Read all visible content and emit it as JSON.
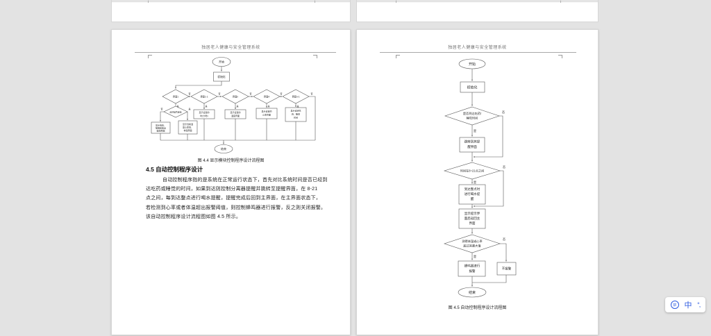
{
  "header_text": "独居老人健康与安全管理系统",
  "left_page": {
    "flow": {
      "start": "开始",
      "init": "初始化",
      "end": "结束",
      "yes": "是",
      "no": "否",
      "diamonds": [
        "界面1",
        "界面1-1",
        "界面n",
        "界面4",
        "界面n-1"
      ],
      "sub_diamond": "蓝牙是否连接",
      "box1": [
        "显示电压、",
        "播报和输出",
        "健康界面"
      ],
      "box2": [
        "显示当前温",
        "度心率值、",
        "体温界面"
      ],
      "box3": [
        "显示设置的",
        "时(分/秒)"
      ],
      "box4": [
        "显示设置的",
        "温度界面"
      ],
      "box5": [
        "显示设置的",
        "心率界面"
      ],
      "box6": [
        "显示设定吃",
        "药、睡觉",
        "时间"
      ]
    },
    "caption": "图 4.4 显示模块控制程序设计流程图",
    "heading": "4.5 自动控制程序设计",
    "para": [
      "自动控制程序指的是系统在正常运行状态下，首先对比系统时间是否已经到",
      "达吃药或睡觉的时间，如果到达则控制分离器提醒并跳转至提醒界面，在 8-21",
      "点之间，每到达整点进行喝水提醒，提醒完成后回到主界面，在主界面状态下，",
      "若检测到心率或者体温超出报警阈值，则控制蜂鸣器进行报警，反之则关闭报警。",
      "该自动控制程序设计流程图如图 4.5 所示。"
    ]
  },
  "right_page": {
    "flow": {
      "start": "开始",
      "init": "初始化",
      "end": "结束",
      "yes": "是",
      "no": "否",
      "d1": [
        "是否到达吃药/",
        "睡觉时间"
      ],
      "b1": [
        "跳转到其提",
        "醒界面"
      ],
      "d2": "时间在8~21点之间",
      "b2": [
        "到达整点时",
        "进行喝水提",
        "醒"
      ],
      "b3": [
        "显示提示界",
        "面后返回主",
        "界面"
      ],
      "d3": [
        "测得体温或心率",
        "超过其最大值"
      ],
      "b4": [
        "蜂鸣器进行",
        "报警"
      ],
      "b5": "不报警"
    },
    "caption": "图 4.5 自动控制程序设计流程图"
  },
  "ime": {
    "logo": "拼",
    "mode": "中",
    "punct": "°,"
  }
}
